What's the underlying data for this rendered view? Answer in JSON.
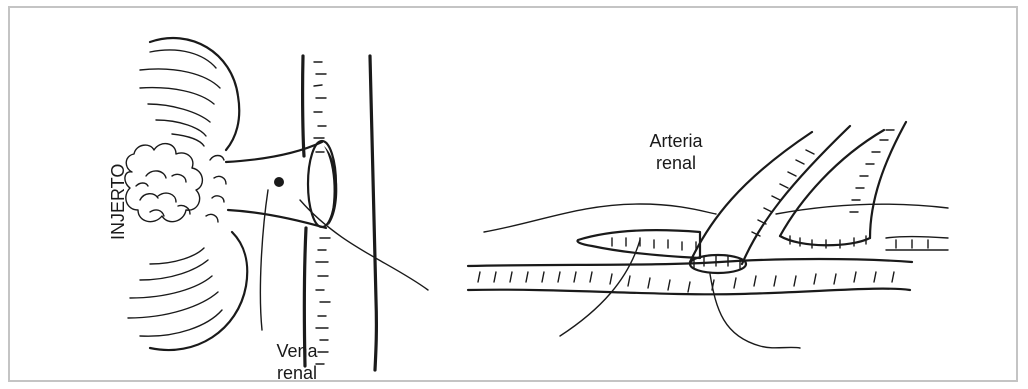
{
  "labels": {
    "graft": "INJERTO",
    "renal_vein_line1": "Vena",
    "renal_vein_line2": "renal",
    "renal_artery_line1": "Arteria",
    "renal_artery_line2": "renal"
  },
  "colors": {
    "ink": "#1a1a1a",
    "frame": "#c4c4c4",
    "background": "#ffffff"
  }
}
